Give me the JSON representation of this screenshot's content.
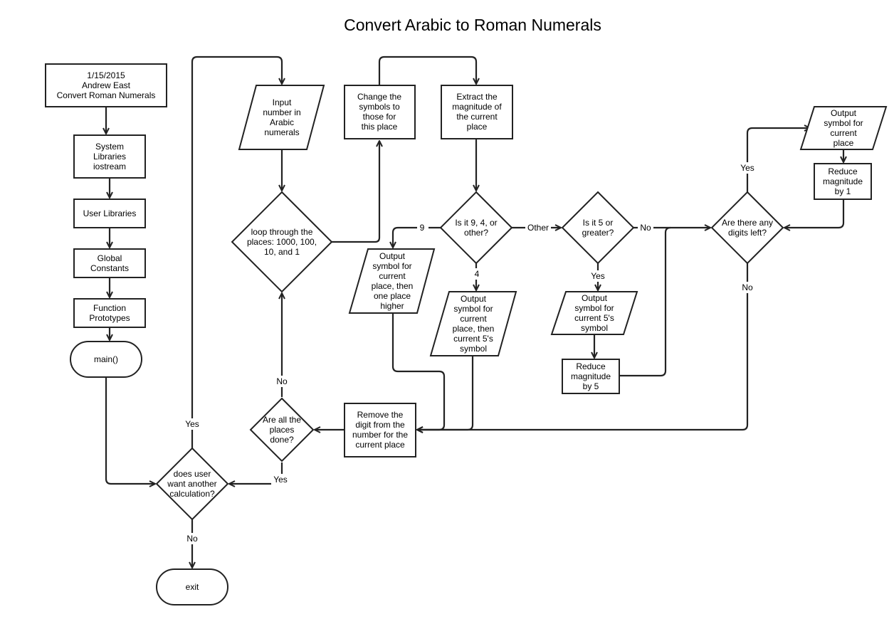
{
  "title": "Convert Arabic to Roman Numerals",
  "nodes": {
    "header": {
      "lines": [
        "1/15/2015",
        "Andrew East",
        "Convert Roman Numerals"
      ]
    },
    "syslib": {
      "lines": [
        "System",
        "Libraries",
        "iostream"
      ]
    },
    "userlib": {
      "lines": [
        "User Libraries"
      ]
    },
    "globals": {
      "lines": [
        "Global",
        "Constants"
      ]
    },
    "protos": {
      "lines": [
        "Function",
        "Prototypes"
      ]
    },
    "main": {
      "lines": [
        "main()"
      ]
    },
    "input": {
      "lines": [
        "Input",
        "number in",
        "Arabic",
        "numerals"
      ]
    },
    "loop": {
      "lines": [
        "loop through the",
        "places: 1000, 100,",
        "10, and 1"
      ]
    },
    "change": {
      "lines": [
        "Change the",
        "symbols to",
        "those for",
        "this place"
      ]
    },
    "extract": {
      "lines": [
        "Extract the",
        "magnitude of",
        "the current",
        "place"
      ]
    },
    "is941": {
      "lines": [
        "Is it 9, 4, or",
        "other?"
      ]
    },
    "is5": {
      "lines": [
        "Is it 5 or",
        "greater?"
      ]
    },
    "digitsleft": {
      "lines": [
        "Are there any",
        "digits left?"
      ]
    },
    "out1": {
      "lines": [
        "Output",
        "symbol for",
        "current",
        "place"
      ]
    },
    "reduce1": {
      "lines": [
        "Reduce",
        "magnitude",
        "by 1"
      ]
    },
    "out9": {
      "lines": [
        "Output",
        "symbol for",
        "current",
        "place, then",
        "one place",
        "higher"
      ]
    },
    "out4": {
      "lines": [
        "Output",
        "symbol for",
        "current",
        "place, then",
        "current 5's",
        "symbol"
      ]
    },
    "out5": {
      "lines": [
        "Output",
        "symbol for",
        "current 5's",
        "symbol"
      ]
    },
    "reduce5": {
      "lines": [
        "Reduce",
        "magnitude",
        "by 5"
      ]
    },
    "remove": {
      "lines": [
        "Remove the",
        "digit from the",
        "number for the",
        "current place"
      ]
    },
    "alldone": {
      "lines": [
        "Are all the",
        "places",
        "done?"
      ]
    },
    "another": {
      "lines": [
        "does user",
        "want another",
        "calculation?"
      ]
    },
    "exit": {
      "lines": [
        "exit"
      ]
    }
  },
  "edge_labels": {
    "nine": "9",
    "four": "4",
    "other": "Other",
    "no_is5": "No",
    "yes_is5": "Yes",
    "yes_digits": "Yes",
    "no_digits": "No",
    "no_alldone": "No",
    "yes_alldone": "Yes",
    "yes_another": "Yes",
    "no_another": "No"
  }
}
